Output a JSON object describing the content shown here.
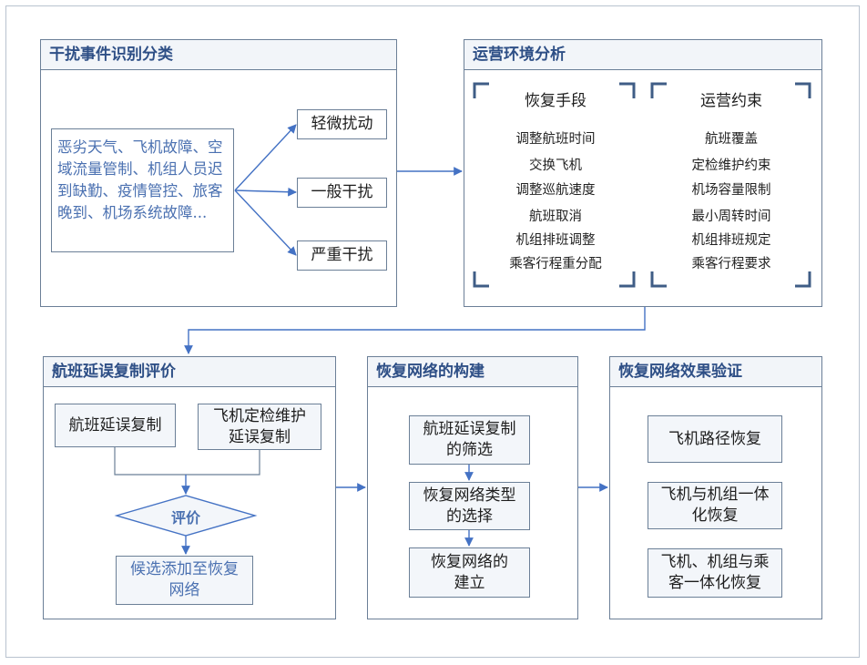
{
  "panel1": {
    "title": "干扰事件识别分类",
    "description": "恶劣天气、飞机故障、空域流量管制、机组人员迟到缺勤、疫情管控、旅客晚到、机场系统故障...",
    "levels": [
      "轻微扰动",
      "一般干扰",
      "严重干扰"
    ]
  },
  "panel2": {
    "title": "运营环境分析",
    "left_title": "恢复手段",
    "left_items": [
      "调整航班时间",
      "交换飞机",
      "调整巡航速度",
      "航班取消",
      "机组排班调整",
      "乘客行程重分配"
    ],
    "right_title": "运营约束",
    "right_items": [
      "航班覆盖",
      "定检维护约束",
      "机场容量限制",
      "最小周转时间",
      "机组排班规定",
      "乘客行程要求"
    ]
  },
  "panel3": {
    "title": "航班延误复制评价",
    "box1": "航班延误复制",
    "box2_line1": "飞机定检维护",
    "box2_line2": "延误复制",
    "diamond": "评价",
    "result_line1": "候选添加至恢复",
    "result_line2": "网络"
  },
  "panel4": {
    "title": "恢复网络的构建",
    "steps": [
      {
        "line1": "航班延误复制",
        "line2": "的筛选"
      },
      {
        "line1": "恢复网络类型",
        "line2": "的选择"
      },
      {
        "line1": "恢复网络的",
        "line2": "建立"
      }
    ]
  },
  "panel5": {
    "title": "恢复网络效果验证",
    "items": [
      {
        "line1": "飞机路径恢复",
        "line2": ""
      },
      {
        "line1": "飞机与机组一体",
        "line2": "化恢复"
      },
      {
        "line1": "飞机、机组与乘",
        "line2": "客一体化恢复"
      }
    ]
  },
  "colors": {
    "line": "#4472c4",
    "title_text": "#2e4f86",
    "blue_text": "#4b71b1",
    "border": "#6b7f97",
    "box_fill": "#f3f6fa"
  }
}
